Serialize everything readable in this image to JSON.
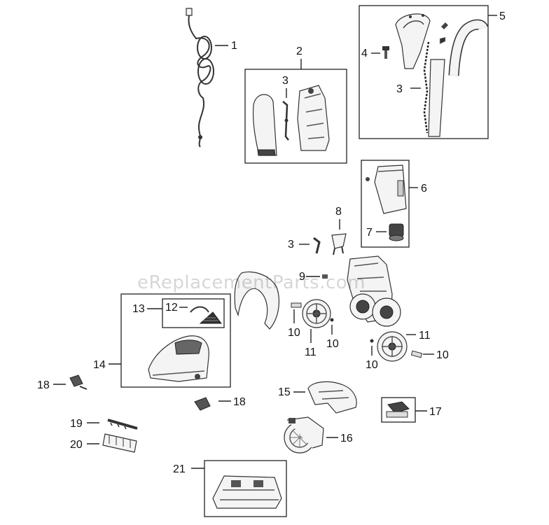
{
  "watermark": "eReplacementParts.com",
  "callouts": {
    "c1": "1",
    "c2": "2",
    "c3a": "3",
    "c3b": "3",
    "c3c": "3",
    "c4": "4",
    "c5": "5",
    "c6": "6",
    "c7": "7",
    "c8": "8",
    "c9": "9",
    "c10a": "10",
    "c10b": "10",
    "c10c": "10",
    "c10d": "10",
    "c11a": "11",
    "c11b": "11",
    "c12": "12",
    "c13": "13",
    "c14": "14",
    "c15": "15",
    "c16": "16",
    "c17": "17",
    "c18a": "18",
    "c18b": "18",
    "c19": "19",
    "c20": "20",
    "c21": "21"
  }
}
